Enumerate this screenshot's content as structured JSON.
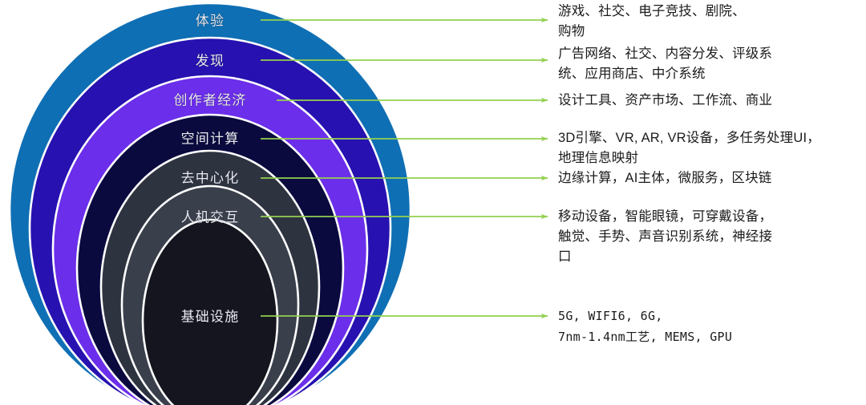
{
  "diagram": {
    "title": "Metaverse technology stack concentric rings",
    "arrow_color": "#92D050",
    "ring_outline_color": "#ffffff",
    "background": "#ffffff",
    "rings": [
      {
        "label": "体验",
        "color": "#0F6FB4",
        "description": "游戏、社交、电子竞技、剧院、\n购物"
      },
      {
        "label": "发现",
        "color": "#2711B0",
        "description": "广告网络、社交、内容分发、评级系\n统、应用商店、中介系统"
      },
      {
        "label": "创作者经济",
        "color": "#6B2EEA",
        "description": "设计工具、资产市场、工作流、商业"
      },
      {
        "label": "空间计算",
        "color": "#0A0A3F",
        "description": "3D引擎、VR, AR, VR设备，多任务处理UI，\n地理信息映射"
      },
      {
        "label": "去中心化",
        "color": "#2E3340",
        "description": "边缘计算，AI主体，微服务，区块链"
      },
      {
        "label": "人机交互",
        "color": "#3A3F4C",
        "description": "移动设备，智能眼镜，可穿戴设备，\n触觉、手势、声音识别系统，神经接\n口"
      },
      {
        "label": "基础设施",
        "color": "#14151E",
        "description": "5G, WIFI6, 6G,\n7nm-1.4nm工艺, MEMS, GPU"
      }
    ]
  }
}
